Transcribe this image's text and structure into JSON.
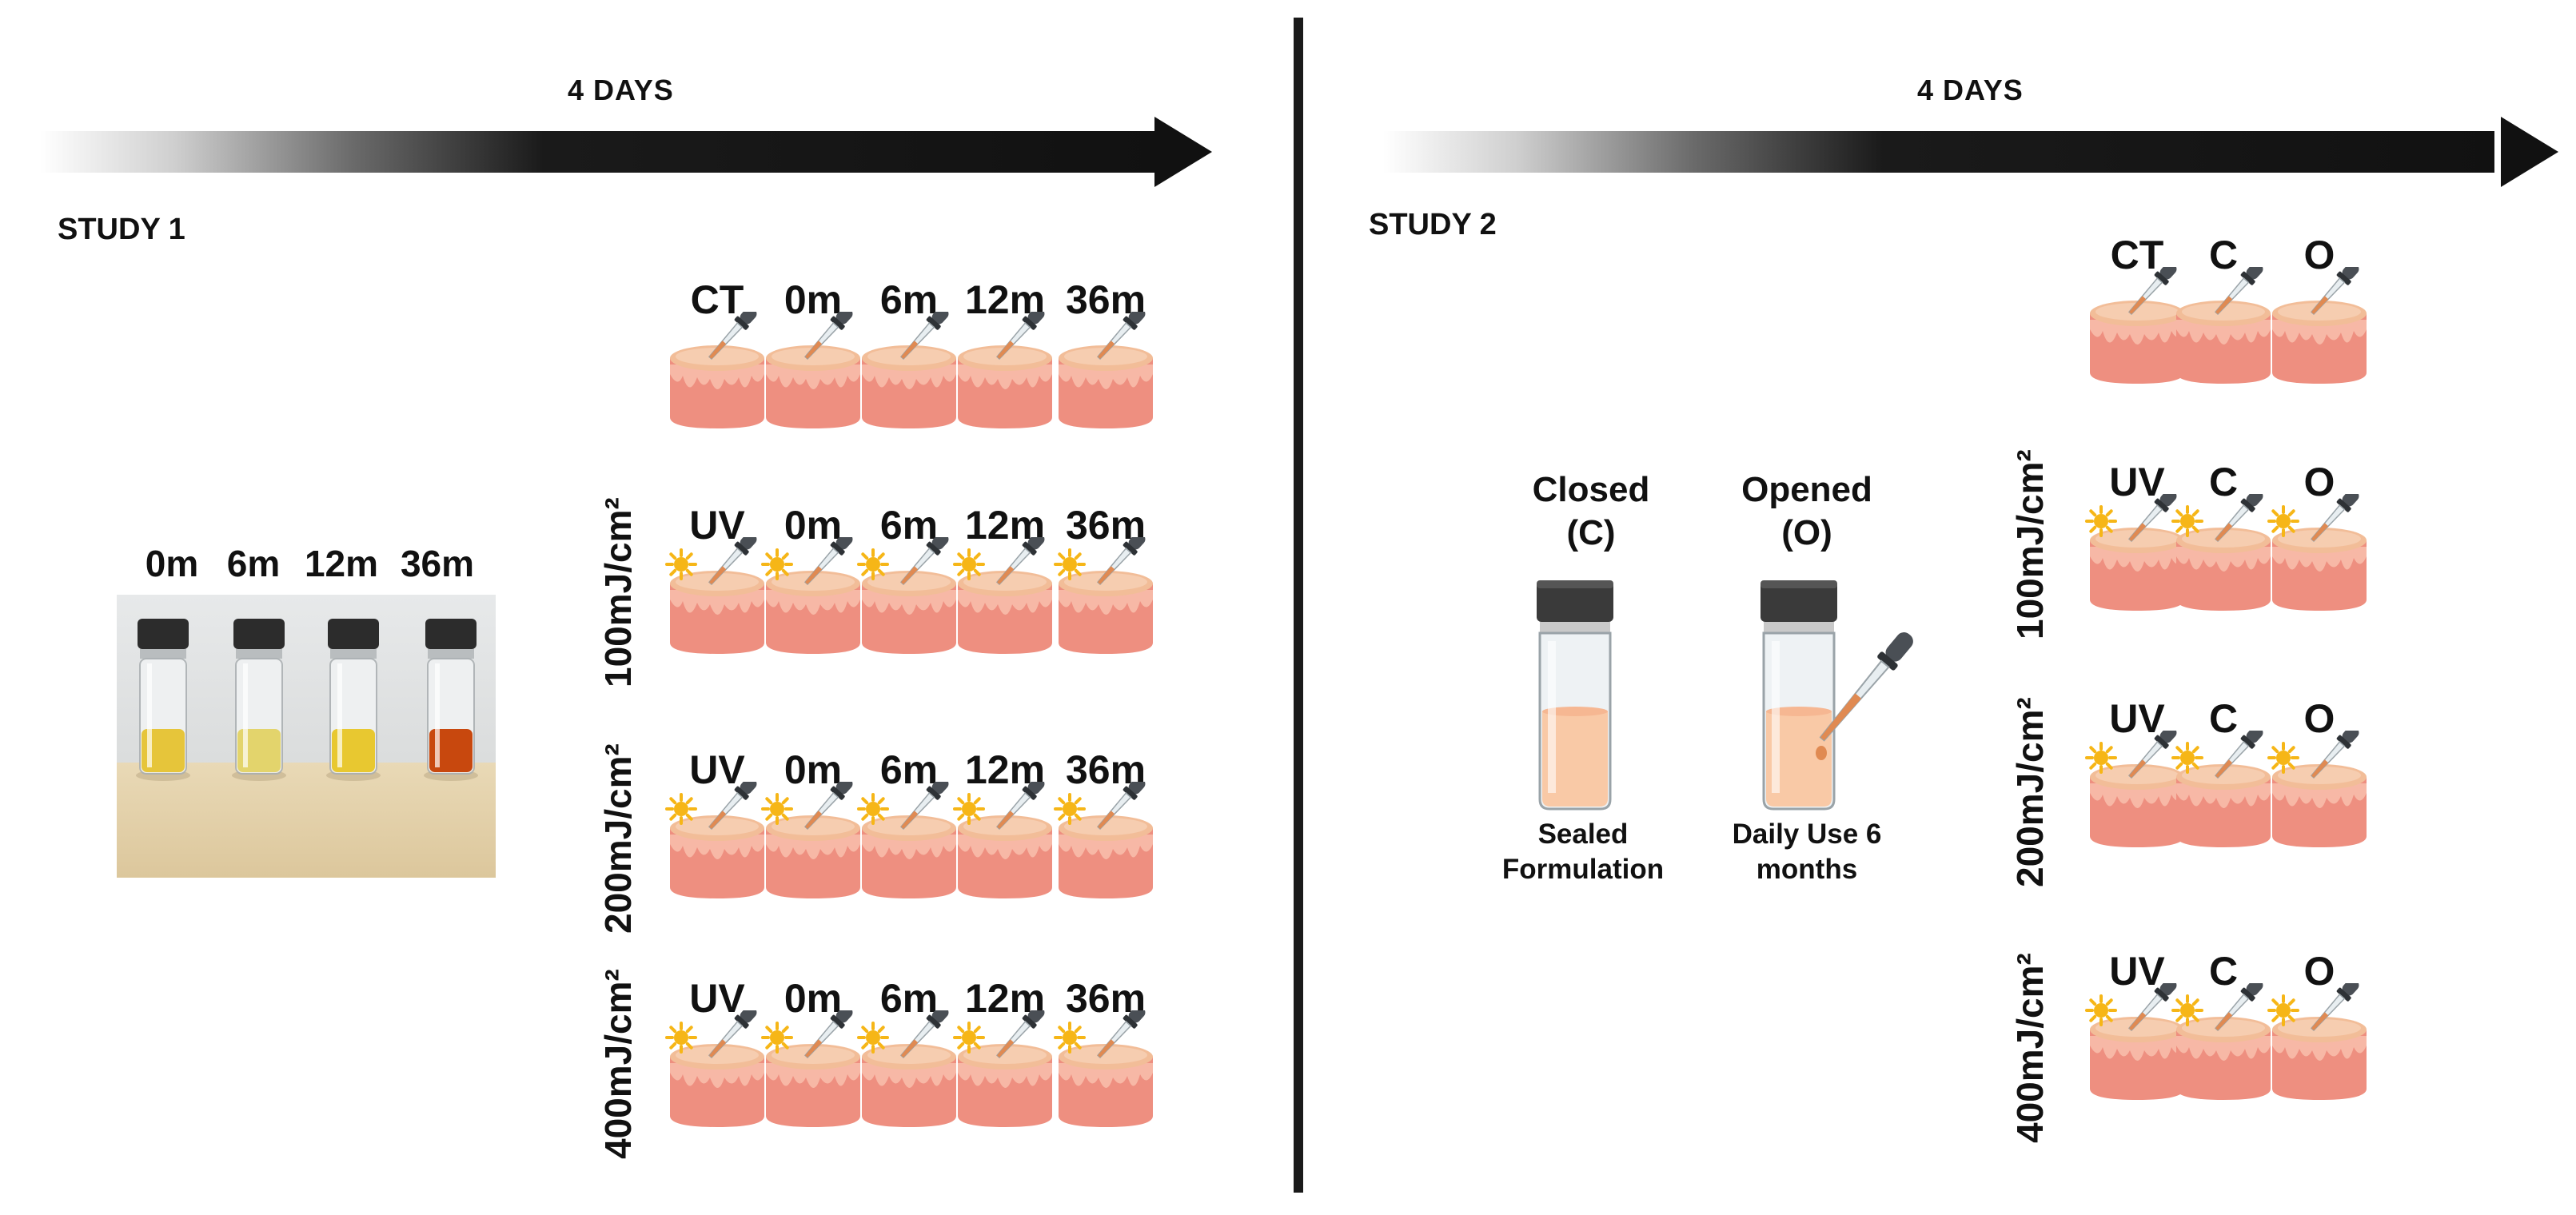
{
  "timeline": {
    "duration_label": "4 DAYS"
  },
  "study1": {
    "title": "STUDY 1",
    "photo_labels": [
      "0m",
      "6m",
      "12m",
      "36m"
    ],
    "photo_liquid_colors": [
      "#e6c53a",
      "#e3d46c",
      "#e8c830",
      "#c8480e"
    ],
    "rows": [
      {
        "dose": "",
        "headers": [
          "CT",
          "0m",
          "6m",
          "12m",
          "36m"
        ],
        "uv": false
      },
      {
        "dose": "100mJ/cm²",
        "headers": [
          "UV",
          "0m",
          "6m",
          "12m",
          "36m"
        ],
        "uv": true
      },
      {
        "dose": "200mJ/cm²",
        "headers": [
          "UV",
          "0m",
          "6m",
          "12m",
          "36m"
        ],
        "uv": true
      },
      {
        "dose": "400mJ/cm²",
        "headers": [
          "UV",
          "0m",
          "6m",
          "12m",
          "36m"
        ],
        "uv": true
      }
    ]
  },
  "study2": {
    "title": "STUDY 2",
    "closed_vial": {
      "label_line1": "Closed",
      "label_line2": "(C)",
      "caption_line1": "Sealed",
      "caption_line2": "Formulation"
    },
    "opened_vial": {
      "label_line1": "Opened",
      "label_line2": "(O)",
      "caption_line1": "Daily Use 6",
      "caption_line2": "months"
    },
    "rows": [
      {
        "dose": "",
        "headers": [
          "CT",
          "C",
          "O"
        ],
        "uv": false
      },
      {
        "dose": "100mJ/cm²",
        "headers": [
          "UV",
          "C",
          "O"
        ],
        "uv": true
      },
      {
        "dose": "200mJ/cm²",
        "headers": [
          "UV",
          "C",
          "O"
        ],
        "uv": true
      },
      {
        "dose": "400mJ/cm²",
        "headers": [
          "UV",
          "C",
          "O"
        ],
        "uv": true
      }
    ]
  },
  "colors": {
    "skin_top": "#f2bd98",
    "skin_body": "#ee8f80",
    "skin_dermis": "#f7b8a6",
    "sun": "#f6b617",
    "dropper_bulb": "#4a4f55",
    "cap": "#3a3a3a",
    "formulation": "#f9c9a6"
  }
}
